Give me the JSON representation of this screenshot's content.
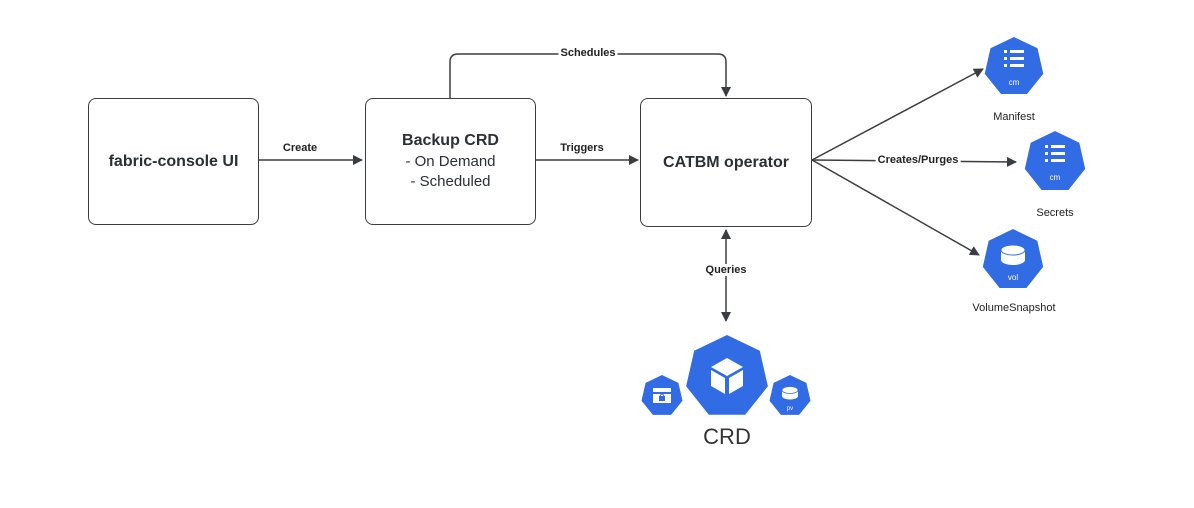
{
  "nodes": {
    "console": {
      "title": "fabric-console UI"
    },
    "backup": {
      "title": "Backup CRD",
      "lines": [
        "- On Demand",
        "- Scheduled"
      ]
    },
    "operator": {
      "title": "CATBM operator"
    }
  },
  "edges": {
    "create": "Create",
    "triggers": "Triggers",
    "schedules": "Schedules",
    "creates_purges": "Creates/Purges",
    "queries": "Queries"
  },
  "resources": {
    "manifest": {
      "label": "Manifest",
      "badge": "cm",
      "icon": "configmap-icon"
    },
    "secrets": {
      "label": "Secrets",
      "badge": "cm",
      "icon": "configmap-icon"
    },
    "volumesnapshot": {
      "label": "VolumeSnapshot",
      "badge": "vol",
      "icon": "volume-icon"
    }
  },
  "crd": {
    "label": "CRD",
    "pv_badge": "pv",
    "icons": [
      "secret-lock-icon",
      "cube-icon",
      "persistent-volume-icon"
    ]
  },
  "colors": {
    "k8s_blue": "#326ce5",
    "line": "#3a3d42"
  }
}
